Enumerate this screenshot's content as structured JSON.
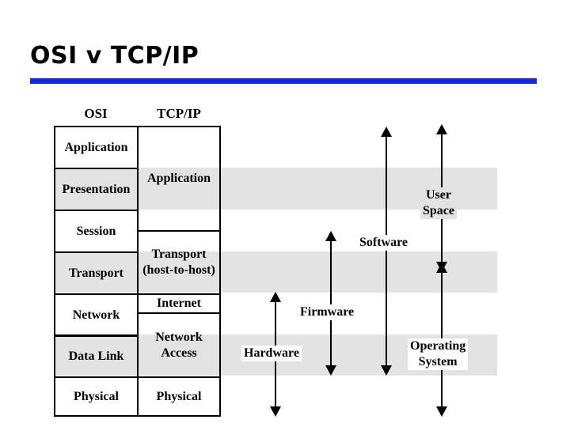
{
  "title": "OSI v TCP/IP",
  "colors": {
    "accent_rule": "#1428d8",
    "band": "#e3e3e3",
    "line": "#000000"
  },
  "headers": {
    "osi": "OSI",
    "tcpip": "TCP/IP"
  },
  "osi_layers": [
    "Application",
    "Presentation",
    "Session",
    "Transport",
    "Network",
    "Data Link",
    "Physical"
  ],
  "tcpip_layers": [
    "Application",
    "Transport\n(host-to-host)",
    "Internet",
    "Network\nAccess",
    "Physical"
  ],
  "side_labels": {
    "software": "Software",
    "firmware": "Firmware",
    "hardware": "Hardware",
    "user_space": "User\nSpace",
    "operating_system": "Operating\nSystem"
  },
  "arrow_names": [
    "hardware",
    "firmware",
    "software",
    "user-space",
    "operating-system"
  ]
}
